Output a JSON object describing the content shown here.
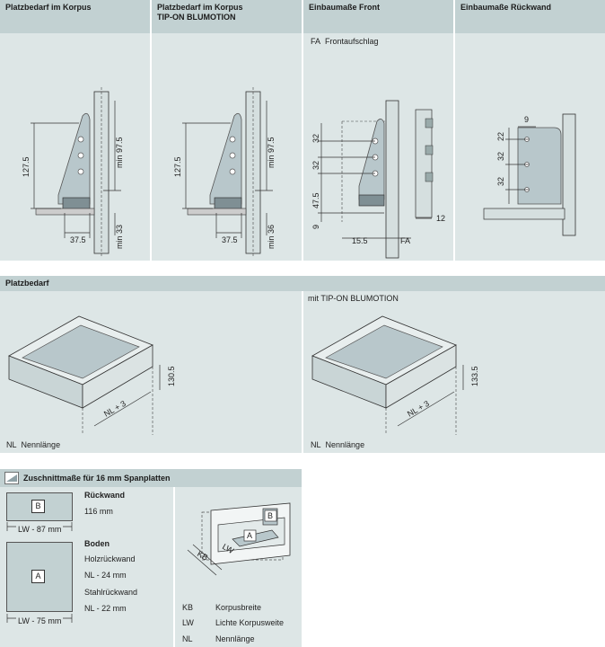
{
  "top": {
    "col1": {
      "title": "Platzbedarf im Korpus",
      "dims": {
        "h": "127.5",
        "min_top": "min 97.5",
        "bottom": "37.5",
        "min_bottom": "min 33"
      }
    },
    "col2": {
      "title_line1": "Platzbedarf im Korpus",
      "title_line2": "TIP-ON BLUMOTION",
      "dims": {
        "h": "127.5",
        "min_top": "min 97.5",
        "bottom": "37.5",
        "min_bottom": "min 36"
      }
    },
    "col3": {
      "title": "Einbaumaße Front",
      "fa_abbr": "FA",
      "fa_text": "Frontaufschlag",
      "dims": {
        "d1": "32",
        "d2": "32",
        "d3": "47.5",
        "d4": "9",
        "d5": "15.5",
        "d6": "FA",
        "d7": "12"
      }
    },
    "col4": {
      "title": "Einbaumaße Rückwand",
      "dims": {
        "top": "9",
        "a": "22",
        "b": "32",
        "c": "32"
      }
    }
  },
  "middle": {
    "title": "Platzbedarf",
    "right_caption": "mit TIP-ON BLUMOTION",
    "left_height": "130.5",
    "right_height": "133.5",
    "nl_label": "NL + 3",
    "legend_abbr": "NL",
    "legend_text": "Nennlänge"
  },
  "bottom": {
    "title": "Zuschnittmaße für 16 mm Spanplatten",
    "b_label": "B",
    "b_dim": "LW - 87 mm",
    "a_label": "A",
    "a_dim": "LW - 75 mm",
    "rueckwand_title": "Rückwand",
    "rueckwand_value": "116 mm",
    "boden_title": "Boden",
    "holz": "Holzrückwand",
    "holz_value": "NL - 24 mm",
    "stahl": "Stahlrückwand",
    "stahl_value": "NL - 22 mm",
    "iso": {
      "a": "A",
      "b": "B",
      "lw": "LW",
      "kb": "KB"
    },
    "legend": [
      {
        "abbr": "KB",
        "text": "Korpusbreite"
      },
      {
        "abbr": "LW",
        "text": "Lichte Korpusweite"
      },
      {
        "abbr": "NL",
        "text": "Nennlänge"
      }
    ]
  }
}
